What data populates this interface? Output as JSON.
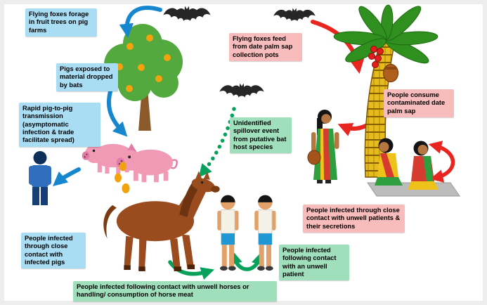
{
  "diagram": {
    "labels": {
      "forage": "Flying foxes forage in fruit trees on pig farms",
      "pigs_exposed": "Pigs exposed to material dropped by bats",
      "pig_to_pig": "Rapid pig-to-pig transmission (asymptomatic infection & trade facilitate spread)",
      "people_pigs": "People infected through close contact with infected pigs",
      "foxes_feed": "Flying foxes feed from date palm sap collection pots",
      "consume_sap": "People consume contaminated date palm sap",
      "patients_contact": "People infected through close contact with unwell patients & their secretions",
      "spillover": "Unidentified spillover event from putative bat host species",
      "unwell_patient": "People infected following contact with an unwell patient",
      "horse_contact": "People infected following contact with unwell horses or handling/ consumption of horse meat"
    },
    "colors": {
      "info_box_blue": "#a9ddf4",
      "info_box_pink": "#f8bcbc",
      "info_box_green": "#9fdfbc",
      "arrow_blue": "#1686cf",
      "arrow_red": "#e8251f",
      "arrow_green": "#07a15b"
    },
    "icons": [
      "flying-fox-bat-icon",
      "fruit-tree-icon",
      "pig-icon",
      "person-icon",
      "horse-icon",
      "child-icon",
      "date-palm-icon",
      "sap-collection-pot-icon",
      "mat-icon"
    ]
  }
}
